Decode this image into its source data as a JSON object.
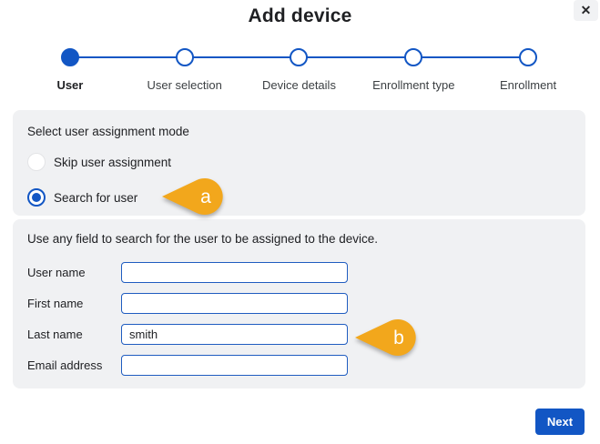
{
  "dialog": {
    "title": "Add device",
    "close_icon": "✕"
  },
  "stepper": {
    "steps": [
      {
        "label": "User",
        "state": "active"
      },
      {
        "label": "User selection",
        "state": "upcoming"
      },
      {
        "label": "Device details",
        "state": "upcoming"
      },
      {
        "label": "Enrollment type",
        "state": "upcoming"
      },
      {
        "label": "Enrollment",
        "state": "upcoming"
      }
    ]
  },
  "assignment_section": {
    "heading": "Select user assignment mode",
    "options": [
      {
        "label": "Skip user assignment",
        "selected": false
      },
      {
        "label": "Search for user",
        "selected": true
      }
    ]
  },
  "search_section": {
    "instruction": "Use any field to search for the user to be assigned to the device.",
    "fields": [
      {
        "label": "User name",
        "value": ""
      },
      {
        "label": "First name",
        "value": ""
      },
      {
        "label": "Last name",
        "value": "smith"
      },
      {
        "label": "Email address",
        "value": ""
      }
    ]
  },
  "annotations": [
    {
      "label": "a"
    },
    {
      "label": "b"
    }
  ],
  "footer": {
    "next_label": "Next"
  },
  "colors": {
    "accent_blue": "#1256c4",
    "panel_gray": "#f0f1f3",
    "annotation_orange": "#f2a71c"
  }
}
